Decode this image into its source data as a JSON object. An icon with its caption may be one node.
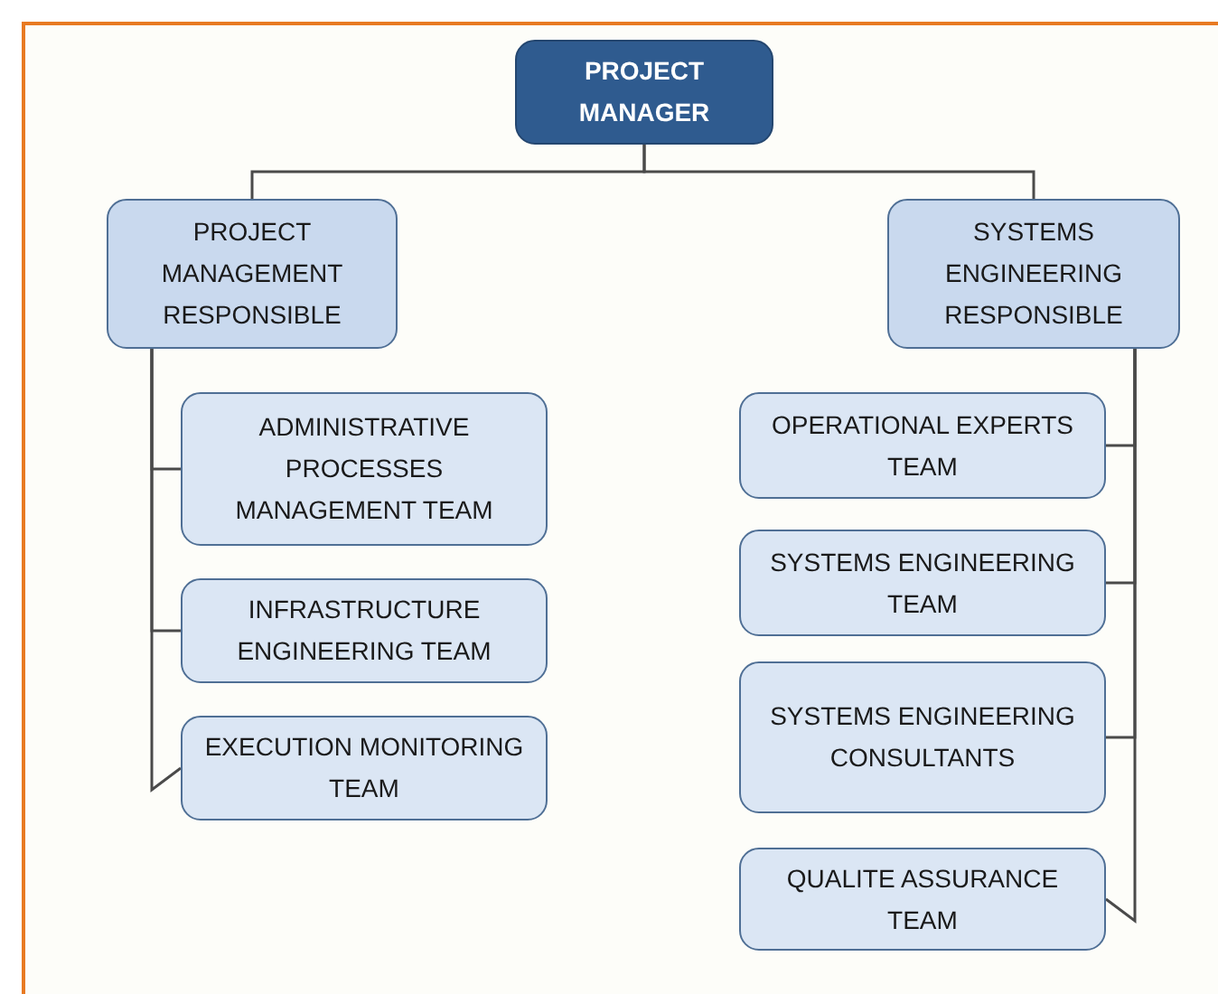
{
  "diagram": {
    "nodes": [
      {
        "text": [
          "PROJECT MANAGER"
        ]
      },
      {
        "text": [
          "PROJECT MANAGEMENT RESPONSIBLE"
        ]
      },
      {
        "text": [
          "SYSTEMS ENGINEERING RESPONSIBLE"
        ]
      },
      {
        "text": [
          "ADMINISTRATIVE PROCESSES MANAGEMENT TEAM"
        ]
      },
      {
        "text": [
          "INFRASTRUCTURE ENGINEERING TEAM"
        ]
      },
      {
        "text": [
          "EXECUTION MONITORING TEAM"
        ]
      },
      {
        "text": [
          "OPERATIONAL EXPERTS TEAM"
        ]
      },
      {
        "text": [
          "SYSTEMS ENGINEERING TEAM"
        ]
      },
      {
        "text": [
          "SYSTEMS ENGINEERING CONSULTANTS"
        ]
      },
      {
        "text": [
          "QUALITE ASSURANCE TEAM"
        ]
      }
    ],
    "edges": [
      {
        "from": 0,
        "to": 1,
        "arrow": "none"
      },
      {
        "from": 0,
        "to": 2,
        "arrow": "none"
      },
      {
        "from": 1,
        "to": 3,
        "arrow": "none"
      },
      {
        "from": 1,
        "to": 4,
        "arrow": "none"
      },
      {
        "from": 1,
        "to": 5,
        "arrow": "none"
      },
      {
        "from": 2,
        "to": 6,
        "arrow": "none"
      },
      {
        "from": 2,
        "to": 7,
        "arrow": "none"
      },
      {
        "from": 2,
        "to": 8,
        "arrow": "none"
      },
      {
        "from": 2,
        "to": 9,
        "arrow": "none"
      }
    ]
  }
}
